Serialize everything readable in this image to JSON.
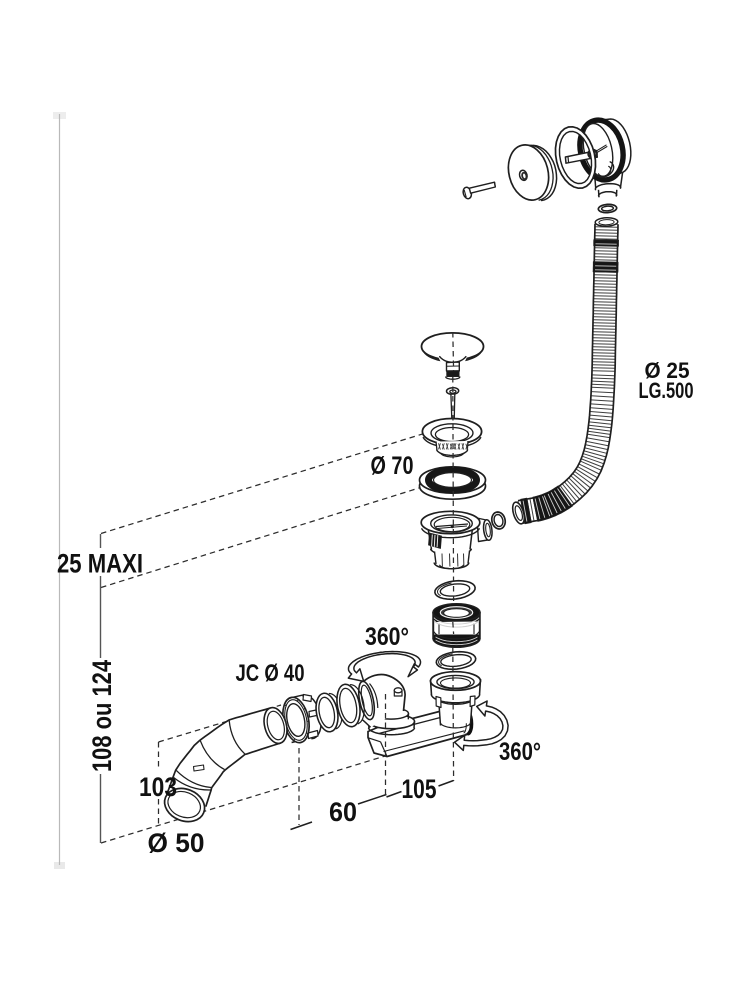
{
  "diagram": {
    "type": "exploded-view",
    "background": "#ffffff",
    "line_color": "#1f1f1f"
  },
  "labels": {
    "max_thickness": "25 MAXI",
    "height_range": "108 ou 124",
    "pipe_drop": "103",
    "outlet_diameter": "Ø 50",
    "inlet_marking": "JC Ø 40",
    "rotation_left": "360°",
    "rotation_right": "360°",
    "body_length": "105",
    "inlet_offset": "60",
    "flange_diameter": "Ø 70",
    "hose_diameter": "Ø 25",
    "hose_length": "LG.500"
  }
}
